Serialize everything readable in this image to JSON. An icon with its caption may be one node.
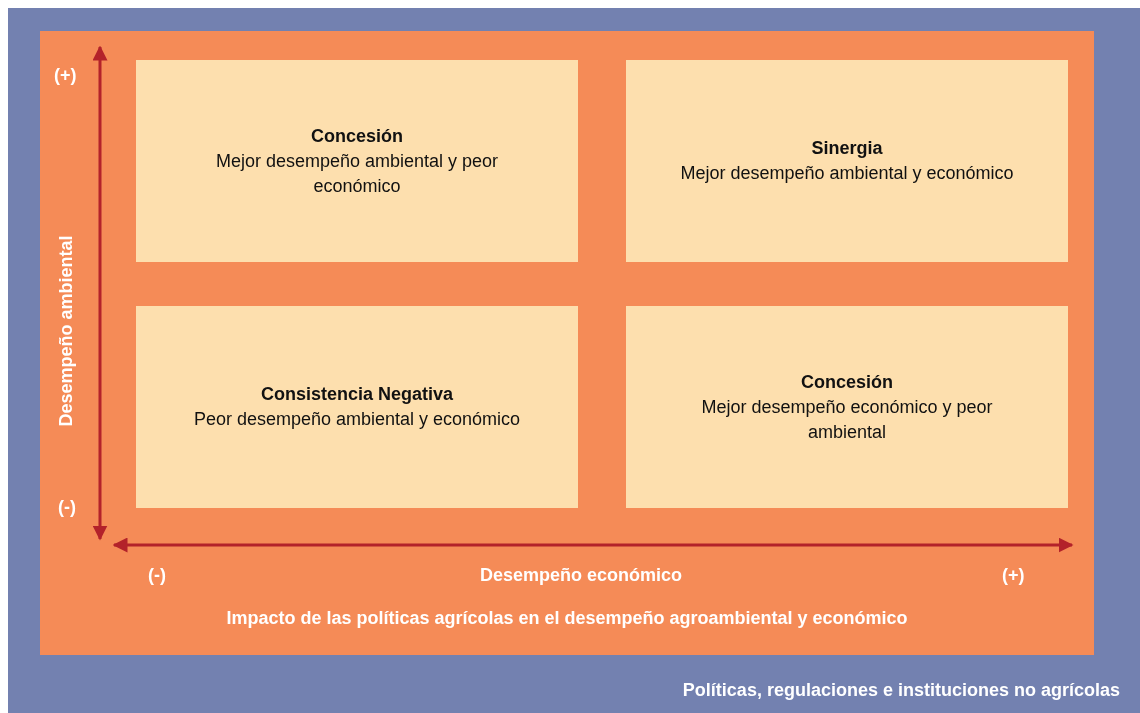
{
  "diagram": {
    "nodes": [
      {
        "text": [
          "Políticas, regulaciones e instituciones no agrícolas"
        ]
      },
      {
        "text": [
          "Impacto de las políticas agrícolas en el desempeño agroambiental y económico"
        ],
        "in": 0
      },
      {
        "text": [
          "Concesión",
          "Mejor desempeño ambiental y peor económico"
        ],
        "in": 1
      },
      {
        "text": [
          "Sinergia",
          "Mejor desempeño ambiental y económico"
        ],
        "in": 1
      },
      {
        "text": [
          "Consistencia Negativa",
          "Peor desempeño ambiental y económico"
        ],
        "in": 1
      },
      {
        "text": [
          "Concesión",
          "Mejor desempeño económico y peor ambiental"
        ],
        "in": 1
      }
    ],
    "edges": [],
    "labels": [
      "(+)",
      "Desempeño ambiental",
      "(-)",
      "(-)",
      "Desempeño económico",
      "(+)"
    ]
  }
}
